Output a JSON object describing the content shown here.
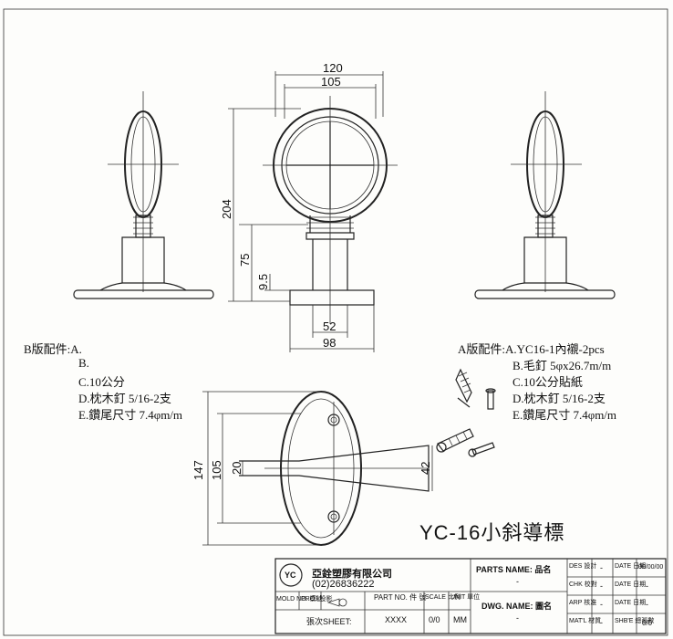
{
  "dimensions": {
    "top_width_outer": "120",
    "top_width_inner": "105",
    "height_total": "204",
    "height_base": "75",
    "height_foot": "9.5",
    "base_inner": "52",
    "base_outer": "98",
    "plan_height_outer": "147",
    "plan_height_inner": "105",
    "plan_arm_left": "20",
    "plan_arm_right": "42"
  },
  "notes_b": {
    "title": "B版配件:A.",
    "lines": [
      "B.",
      "C.10公分",
      "D.枕木釘 5/16-2支",
      "E.鑽尾尺寸 7.4φm/m"
    ]
  },
  "notes_a": {
    "title": "A版配件:A.YC16-1內襯-2pcs",
    "lines": [
      "B.毛釘 5φx26.7m/m",
      "C.10公分貼紙",
      "D.枕木釘 5/16-2支",
      "E.鑽尾尺寸 7.4φm/m"
    ]
  },
  "product_title": "YC-16小斜導標",
  "title_block": {
    "logo": "YC",
    "company": "亞銓塑膠有限公司",
    "phone": "(02)26836222",
    "parts_name_label": "PARTS NAME: 品名",
    "parts_name_value": "-",
    "dwg_name_label": "DWG. NAME: 圖名",
    "dwg_name_value": "-",
    "mold_no": "MOLD NO. 模號",
    "proj": "PROJ 投影",
    "part_no_label": "PART NO. 件 號",
    "scale_label": "SCALE 比例",
    "unit_label": "UNIT 單位",
    "part_no_value": "XXXX",
    "scale_value": "0/0",
    "unit_value": "MM",
    "sheet_label": "張次SHEET:",
    "des": "DES 設計",
    "chk": "CHK 校對",
    "arp": "ARP 核准",
    "matl": "MAT'L 材質",
    "date": "DATE 日期",
    "date_value": "00/00/00",
    "shbe": "SHB'E 總張數",
    "shbe_value": "0/0",
    "dash": "-"
  }
}
